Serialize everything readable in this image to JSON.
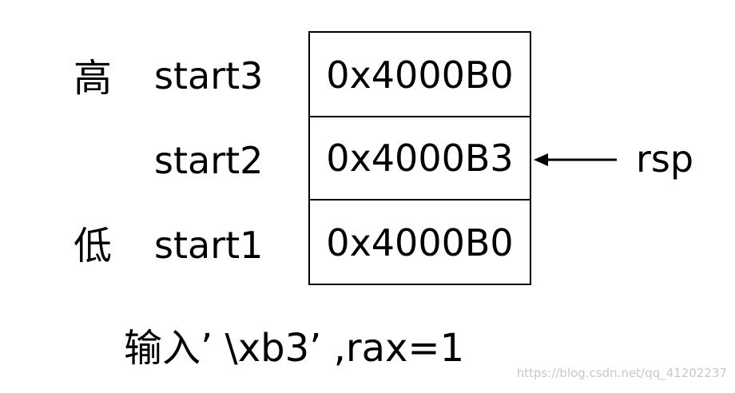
{
  "labels": {
    "high": "高",
    "low": "低"
  },
  "rows": [
    {
      "name": "start3",
      "value": "0x4000B0"
    },
    {
      "name": "start2",
      "value": "0x4000B3"
    },
    {
      "name": "start1",
      "value": "0x4000B0"
    }
  ],
  "pointer": {
    "label": "rsp"
  },
  "caption": "输入’ \\xb3’ ,rax=1",
  "watermark": "https://blog.csdn.net/qq_41202237"
}
